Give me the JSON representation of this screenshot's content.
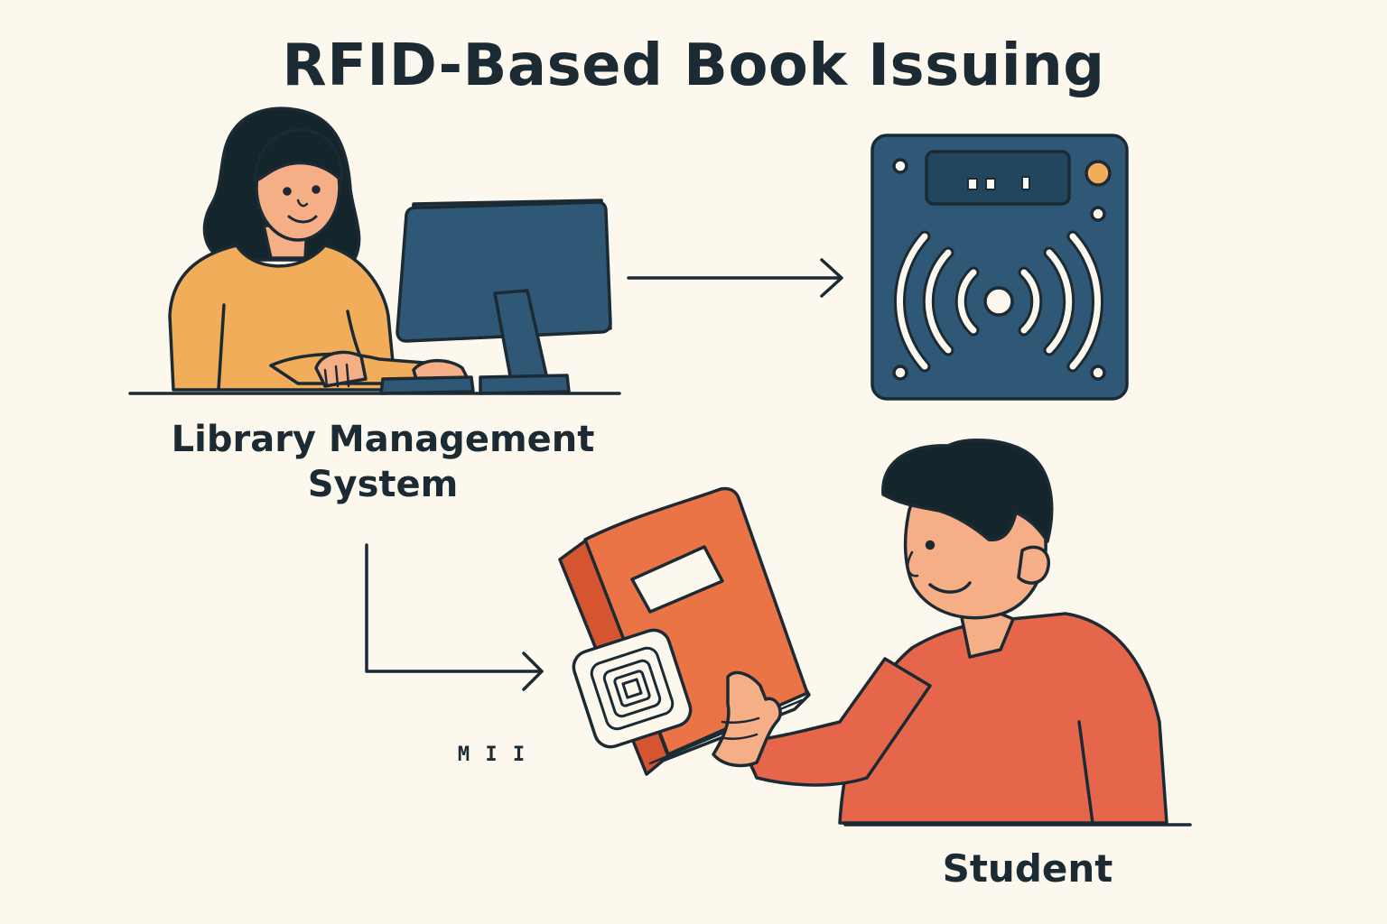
{
  "title": "RFID-Based Book Issuing",
  "nodes": {
    "library_system": {
      "label_line1": "Library Management",
      "label_line2": "System"
    },
    "student": {
      "label": "Student"
    }
  },
  "stray_mark": "M I I",
  "colors": {
    "background": "#fdf8ee",
    "outline": "#1b2a33",
    "librarian_shirt": "#f2ad5a",
    "skin": "#f5ae85",
    "hair": "#15252c",
    "monitor": "#2f5877",
    "reader": "#2f5877",
    "book": "#ea7445",
    "student_shirt": "#e6664c"
  },
  "icons": [
    "librarian-icon",
    "computer-monitor-icon",
    "rfid-reader-icon",
    "rfid-tag-icon",
    "book-icon",
    "student-icon"
  ]
}
